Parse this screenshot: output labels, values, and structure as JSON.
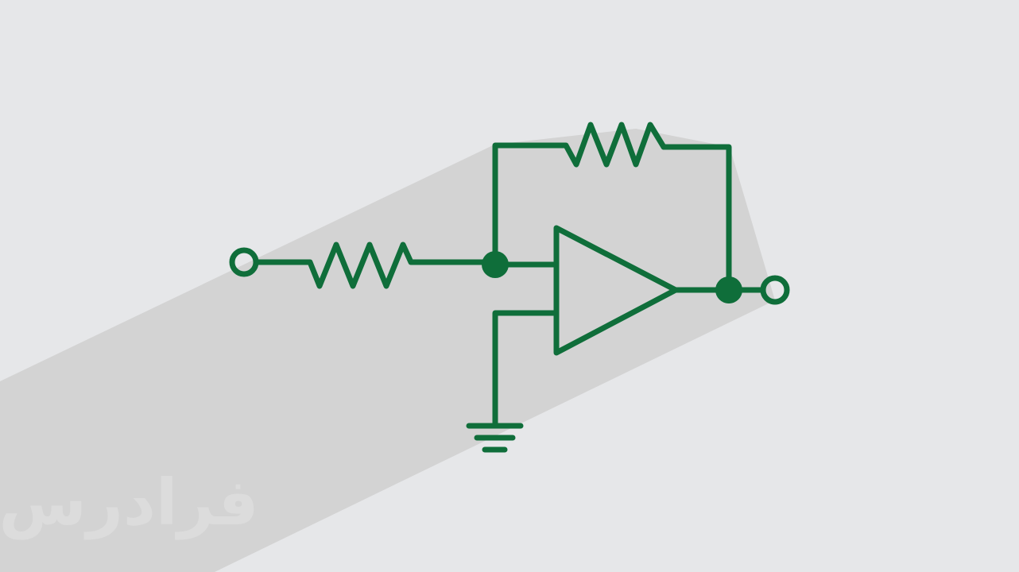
{
  "diagram": {
    "type": "inverting-amplifier-schematic",
    "components": [
      "input-terminal",
      "input-resistor",
      "feedback-resistor",
      "op-amp",
      "ground",
      "output-terminal"
    ]
  },
  "colors": {
    "background": "#e6e7e9",
    "shadow": "#d3d3d3",
    "wire": "#0f6e3a",
    "opamp_fill": "#fdf8b4",
    "terminal_fill": "#fdf8b4",
    "watermark": "#dcdcdc"
  },
  "watermark": {
    "text": "فرادرس"
  },
  "icons": {
    "brand": "faradars-logo",
    "opamp": "op-amp-triangle-icon",
    "ground": "ground-symbol-icon"
  }
}
